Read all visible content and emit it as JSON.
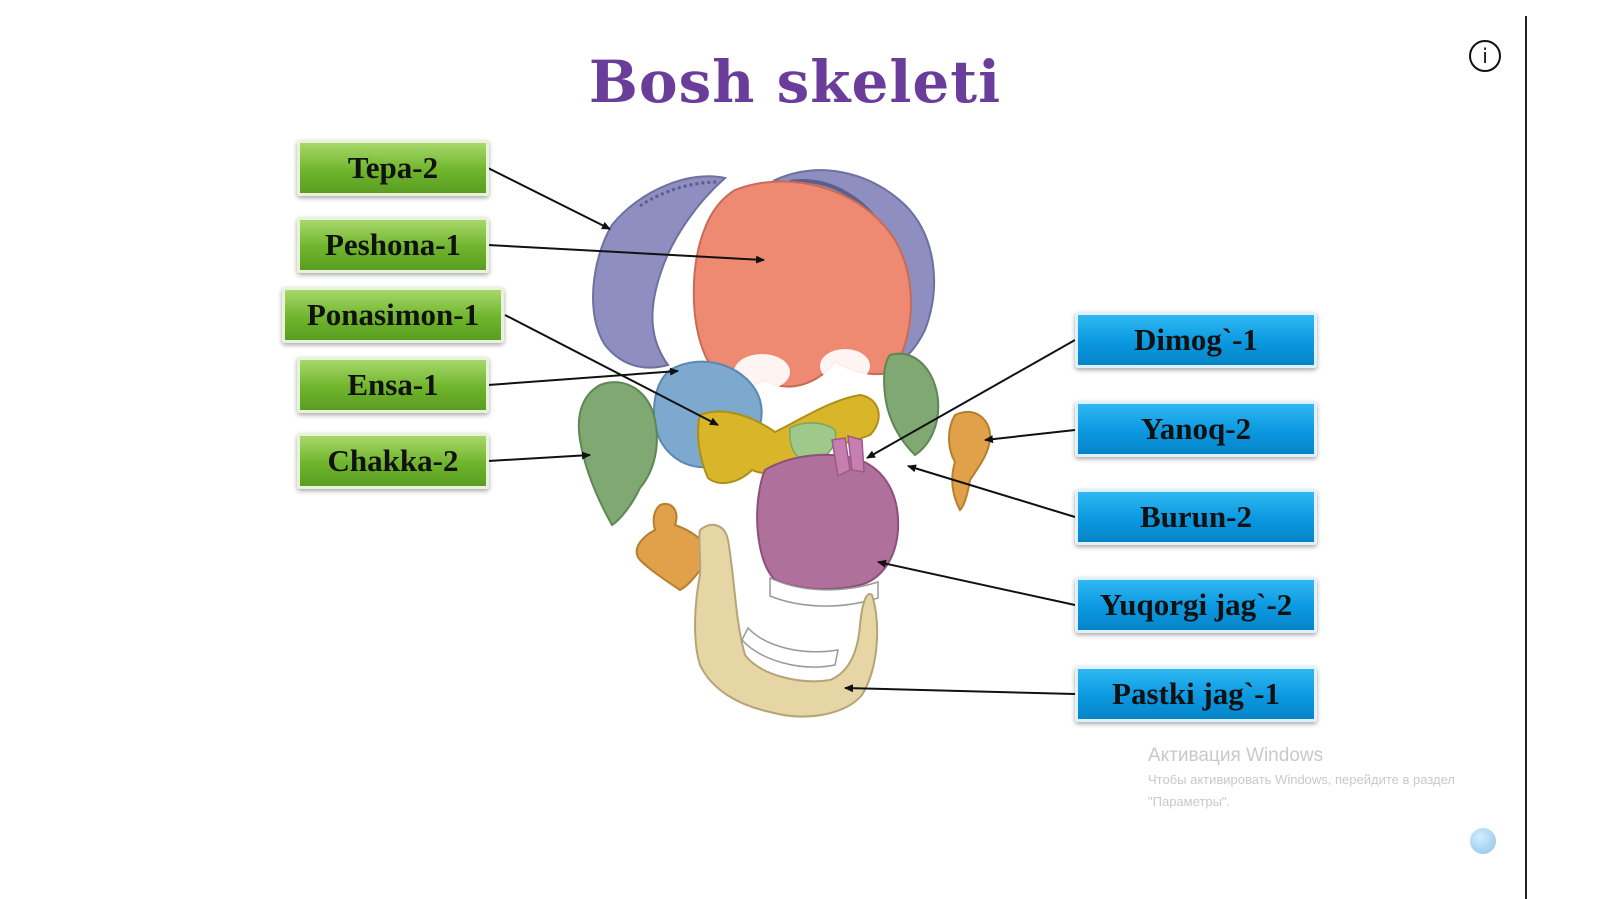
{
  "title": "Bosh skeleti",
  "left_labels": [
    "Tepa-2",
    "Peshona-1",
    "Ponasimon-1",
    "Ensa-1",
    "Chakka-2"
  ],
  "right_labels": [
    "Dimog`-1",
    "Yanoq-2",
    "Burun-2",
    "Yuqorgi jag`-2",
    "Pastki jag`-1"
  ],
  "watermark": {
    "title": "Активация Windows",
    "text": "Чтобы активировать Windows, перейдите в раздел \"Параметры\"."
  },
  "colors": {
    "title": "#6a3d9a",
    "left_label": "#6fb52c",
    "right_label": "#0a98e0",
    "parietal": "#8e8fc0",
    "frontal": "#ef8a72",
    "sphenoid": "#d9b52a",
    "occipital": "#7ea9cf",
    "temporal": "#7fa873",
    "ethmoid": "#8fb5d6",
    "zygomatic": "#e0a14a",
    "nasal": "#c07aa8",
    "maxilla": "#b0709c",
    "mandible": "#e6d6a6"
  },
  "icons": [
    "info-icon"
  ]
}
